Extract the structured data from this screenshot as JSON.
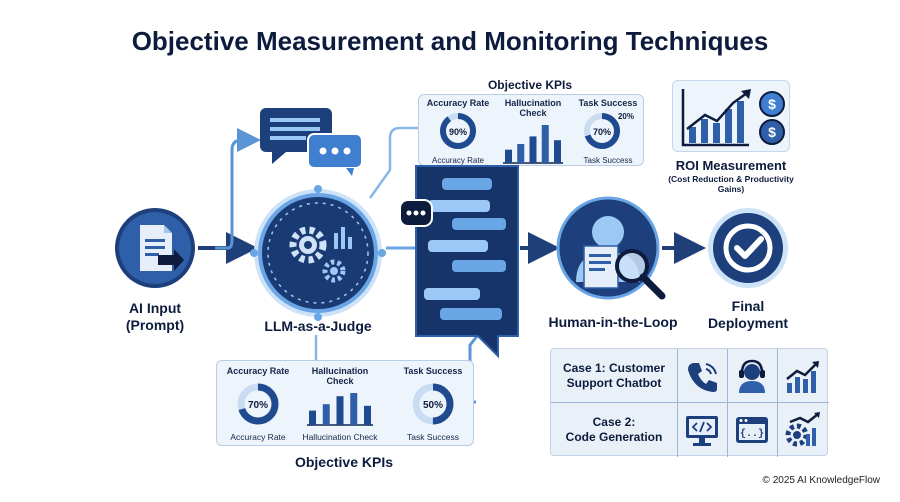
{
  "title": "Objective Measurement and Monitoring Techniques",
  "nodes": {
    "ai_input": {
      "line1": "AI Input",
      "line2": "(Prompt)"
    },
    "judge": {
      "label": "LLM-as-a-Judge"
    },
    "hitl": {
      "label": "Human-in-the-Loop"
    },
    "deploy": {
      "line1": "Final",
      "line2": "Deployment"
    }
  },
  "kpi_top": {
    "title": "Objective KPIs",
    "accuracy": {
      "label": "Accuracy Rate",
      "value": "90%",
      "caption": "Accuracy Rate",
      "fraction": 0.9
    },
    "hallucination": {
      "label": "Hallucination Check",
      "bars": [
        0.35,
        0.5,
        0.7,
        1.0,
        0.6
      ]
    },
    "task": {
      "label": "Task Success",
      "value": "70%",
      "badge": "20%",
      "caption": "Task Success",
      "fraction": 0.7
    }
  },
  "kpi_bottom": {
    "title": "Objective KPIs",
    "accuracy": {
      "label": "Accuracy Rate",
      "value": "70%",
      "caption": "Accuracy Rate",
      "fraction": 0.7
    },
    "hallucination": {
      "label_line1": "Hallucination",
      "label_line2": "Check",
      "caption": "Hallucination Check",
      "bars": [
        0.45,
        0.65,
        0.9,
        1.0,
        0.6
      ]
    },
    "task": {
      "label": "Task Success",
      "value": "50%",
      "caption": "Task Success",
      "fraction": 0.5
    }
  },
  "roi": {
    "title": "ROI Measurement",
    "subtitle_line1": "(Cost Reduction & Productivity",
    "subtitle_line2": "Gains)"
  },
  "cases": {
    "case1": {
      "line1": "Case 1: Customer",
      "line2": "Support Chatbot"
    },
    "case2": {
      "line1": "Case 2:",
      "line2": "Code Generation"
    }
  },
  "icons": [
    "document-icon",
    "chat-icon",
    "gear-icon",
    "person-icon",
    "magnifier-icon",
    "check-icon",
    "dollar-icon",
    "phone-icon",
    "headset-icon",
    "growth-chart-icon",
    "monitor-code-icon",
    "browser-code-icon",
    "gear-chart-icon"
  ],
  "colors": {
    "navy": "#0d1b3d",
    "blue": "#2e5fa8",
    "light": "#6aa6e6",
    "glow": "#9cc8f5",
    "panel": "#eef4fb"
  },
  "footer": "© 2025 AI KnowledgeFlow"
}
